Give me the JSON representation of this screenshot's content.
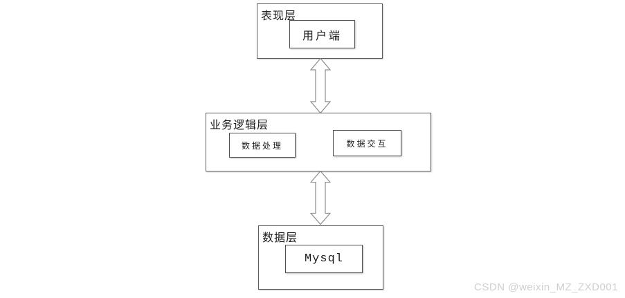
{
  "diagram": {
    "title": "three-tier-architecture",
    "layers": [
      {
        "label": "表现层",
        "nodes": [
          {
            "label": "用户端"
          }
        ]
      },
      {
        "label": "业务逻辑层",
        "nodes": [
          {
            "label": "数据处理"
          },
          {
            "label": "数据交互"
          }
        ]
      },
      {
        "label": "数据层",
        "nodes": [
          {
            "label": "Mysql"
          }
        ]
      }
    ],
    "connectors": [
      {
        "type": "double-arrow",
        "from": "表现层",
        "to": "业务逻辑层"
      },
      {
        "type": "double-arrow",
        "from": "业务逻辑层",
        "to": "数据层"
      }
    ],
    "colors": {
      "background": "#ffffff",
      "box_border": "#5c5c5c",
      "node_border": "#4f4f4f",
      "arrow_outline": "#8c8c8c",
      "arrow_fill": "#ffffff",
      "text": "#1c1c1c",
      "watermark": "#cfcfcf"
    }
  },
  "watermark": {
    "text": "CSDN @weixin_MZ_ZXD001"
  }
}
